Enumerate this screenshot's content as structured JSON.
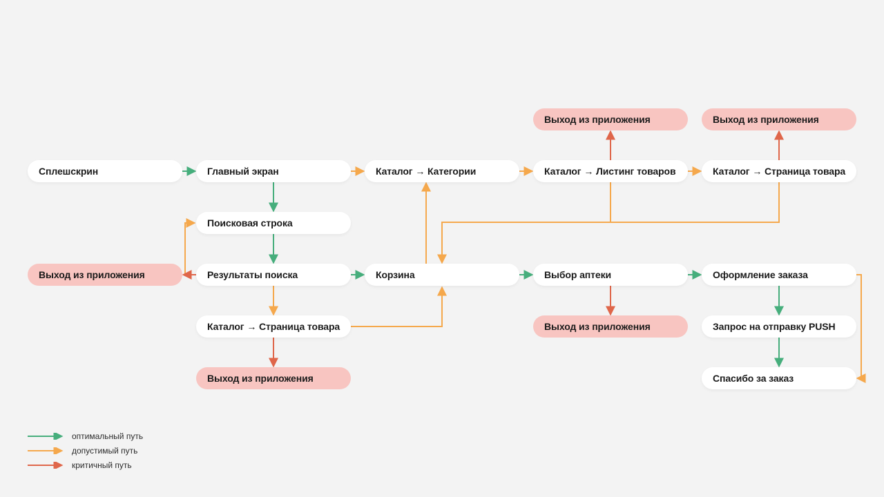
{
  "diagram": {
    "description_visible": false,
    "background": "#f3f3f3"
  },
  "colors": {
    "optimal_path": "#46ae7c",
    "allowed_path": "#f5a84c",
    "critical_path": "#df664a",
    "exit_node_bg": "#f8c5c1",
    "screen_node_bg": "#ffffff",
    "node_text": "#1a1a1a"
  },
  "nodes": {
    "splash": {
      "label": "Сплешскрин",
      "type": "screen"
    },
    "home": {
      "label": "Главный экран",
      "type": "screen"
    },
    "catalog_categories": {
      "label": "Каталог → Категории",
      "type": "screen"
    },
    "catalog_listing": {
      "label": "Каталог → Листинг товаров",
      "type": "screen"
    },
    "catalog_product_top": {
      "label": "Каталог → Страница товара",
      "type": "screen"
    },
    "exit_from_listing": {
      "label": "Выход из приложения",
      "type": "exit"
    },
    "exit_from_product_top": {
      "label": "Выход из приложения",
      "type": "exit"
    },
    "search_bar": {
      "label": "Поисковая строка",
      "type": "screen"
    },
    "exit_from_search_results": {
      "label": "Выход из приложения",
      "type": "exit"
    },
    "search_results": {
      "label": "Результаты поиска",
      "type": "screen"
    },
    "cart": {
      "label": "Корзина",
      "type": "screen"
    },
    "pharmacy_select": {
      "label": "Выбор аптеки",
      "type": "screen"
    },
    "checkout": {
      "label": "Оформление заказа",
      "type": "screen"
    },
    "catalog_product_from_search": {
      "label": "Каталог → Страница товара",
      "type": "screen"
    },
    "exit_from_pharmacy": {
      "label": "Выход из приложения",
      "type": "exit"
    },
    "push_request": {
      "label": "Запрос на отправку PUSH",
      "type": "screen"
    },
    "exit_from_product_search": {
      "label": "Выход из приложения",
      "type": "exit"
    },
    "thanks": {
      "label": "Спасибо за заказ",
      "type": "screen"
    }
  },
  "edges": [
    {
      "from": "splash",
      "to": "home",
      "type": "optimal"
    },
    {
      "from": "home",
      "to": "search_bar",
      "type": "optimal"
    },
    {
      "from": "search_bar",
      "to": "search_results",
      "type": "optimal"
    },
    {
      "from": "search_results",
      "to": "cart",
      "type": "optimal"
    },
    {
      "from": "cart",
      "to": "pharmacy_select",
      "type": "optimal"
    },
    {
      "from": "pharmacy_select",
      "to": "checkout",
      "type": "optimal"
    },
    {
      "from": "checkout",
      "to": "push_request",
      "type": "optimal"
    },
    {
      "from": "push_request",
      "to": "thanks",
      "type": "optimal"
    },
    {
      "from": "home",
      "to": "catalog_categories",
      "type": "allowed"
    },
    {
      "from": "catalog_categories",
      "to": "catalog_listing",
      "type": "allowed"
    },
    {
      "from": "catalog_listing",
      "to": "catalog_product_top",
      "type": "allowed"
    },
    {
      "from": "search_results",
      "to": "search_bar",
      "type": "allowed"
    },
    {
      "from": "search_results",
      "to": "catalog_product_from_search",
      "type": "allowed"
    },
    {
      "from": "catalog_product_from_search",
      "to": "cart",
      "type": "allowed"
    },
    {
      "from": "cart",
      "to": "catalog_categories",
      "type": "allowed"
    },
    {
      "from": "catalog_listing",
      "to": "cart",
      "type": "allowed"
    },
    {
      "from": "catalog_product_top",
      "to": "cart",
      "type": "allowed"
    },
    {
      "from": "checkout",
      "to": "thanks",
      "type": "allowed"
    },
    {
      "from": "catalog_listing",
      "to": "exit_from_listing",
      "type": "critical"
    },
    {
      "from": "catalog_product_top",
      "to": "exit_from_product_top",
      "type": "critical"
    },
    {
      "from": "search_results",
      "to": "exit_from_search_results",
      "type": "critical"
    },
    {
      "from": "catalog_product_from_search",
      "to": "exit_from_product_search",
      "type": "critical"
    },
    {
      "from": "pharmacy_select",
      "to": "exit_from_pharmacy",
      "type": "critical"
    }
  ],
  "legend": {
    "items": [
      {
        "label": "оптимальный путь",
        "type": "optimal",
        "color": "#46ae7c"
      },
      {
        "label": "допустимый путь",
        "type": "allowed",
        "color": "#f5a84c"
      },
      {
        "label": "критичный путь",
        "type": "critical",
        "color": "#df664a"
      }
    ]
  }
}
